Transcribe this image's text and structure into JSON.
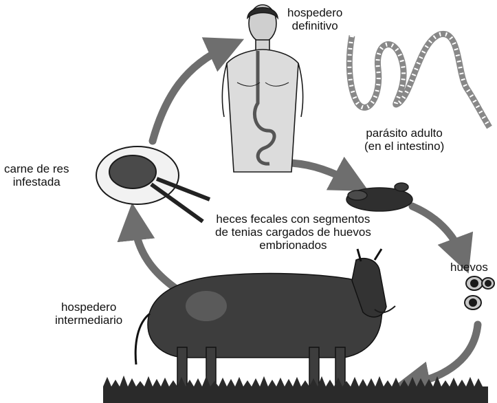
{
  "diagram": {
    "labels": {
      "definitive_host": [
        "hospedero",
        "definitivo"
      ],
      "adult_parasite": [
        "parásito adulto",
        "(en el intestino)"
      ],
      "infested_meat": [
        "carne de res",
        "infestada"
      ],
      "feces": [
        "heces fecales con segmentos",
        "de tenias cargados de huevos",
        "embrionados"
      ],
      "eggs": [
        "huevos"
      ],
      "intermediate_host": [
        "hospedero",
        "intermediario"
      ]
    },
    "colors": {
      "arrow": "#6e6e6e",
      "ink": "#1a1a1a",
      "skin": "#d9d9d9",
      "cow": "#3d3d3d",
      "grass": "#2a2a2a"
    },
    "icons": [
      "human-figure-icon",
      "tapeworm-icon",
      "meat-plate-icon",
      "feces-icon",
      "eggs-icon",
      "cow-icon",
      "grass-icon"
    ]
  }
}
